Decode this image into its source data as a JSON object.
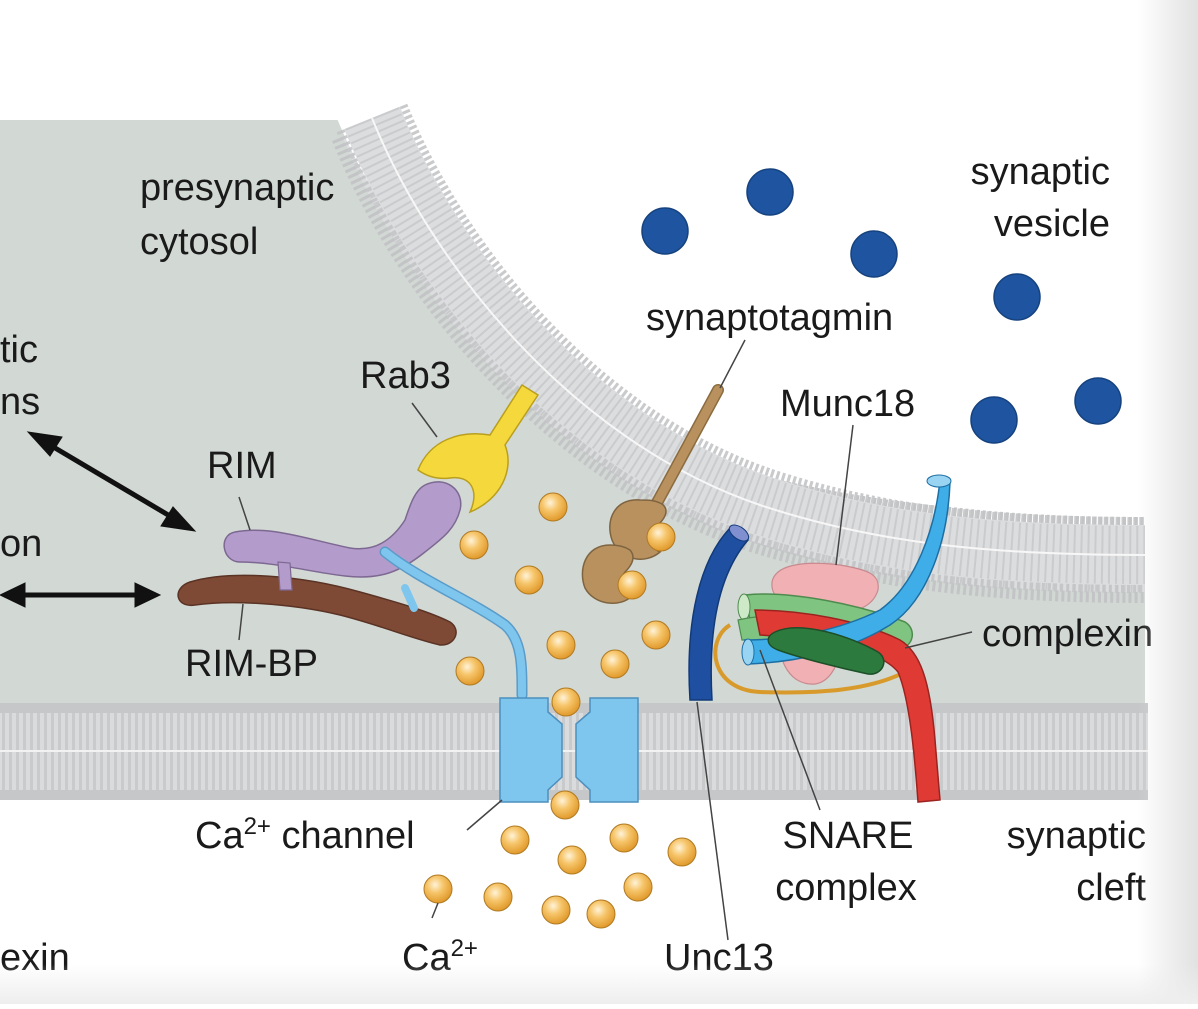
{
  "figure": {
    "colors": {
      "cytosol": "#d2d8d4",
      "membrane": "#d8d9da",
      "membrane_head": "#c2c3c5",
      "vesicle_cargo": "#1f55a0",
      "calcium": "#f3b552",
      "rim": "#b39ccb",
      "rim_bp": "#7f4a35",
      "rab3": "#f5d93c",
      "ca_channel": "#7fc6ee",
      "synaptotagmin": "#b9915f",
      "unc13": "#1f4fa0",
      "munc18": "#f0b0b4",
      "snare_blue": "#3faee8",
      "snare_green_light": "#7fc480",
      "snare_green_dark": "#2d7a3e",
      "snare_red": "#e03a35",
      "complexin_loop": "#d89a2a"
    },
    "labels": {
      "presynaptic_line1": "presynaptic",
      "presynaptic_line2": "cytosol",
      "left_partial_1": "tic",
      "left_partial_2": "ns",
      "left_partial_3": "on",
      "left_partial_bottom": "exin",
      "rab3": "Rab3",
      "rim": "RIM",
      "rim_bp": "RIM-BP",
      "synaptotagmin": "synaptotagmin",
      "munc18": "Munc18",
      "vesicle_line1": "synaptic",
      "vesicle_line2": "vesicle",
      "complexin": "complexin",
      "ca_channel_prefix": "Ca",
      "ca_channel_sup": "2+",
      "ca_channel_suffix": " channel",
      "ca_prefix": "Ca",
      "ca_sup": "2+",
      "unc13": "Unc13",
      "snare_line1": "SNARE",
      "snare_line2": "complex",
      "cleft_line1": "synaptic",
      "cleft_line2": "cleft"
    }
  }
}
